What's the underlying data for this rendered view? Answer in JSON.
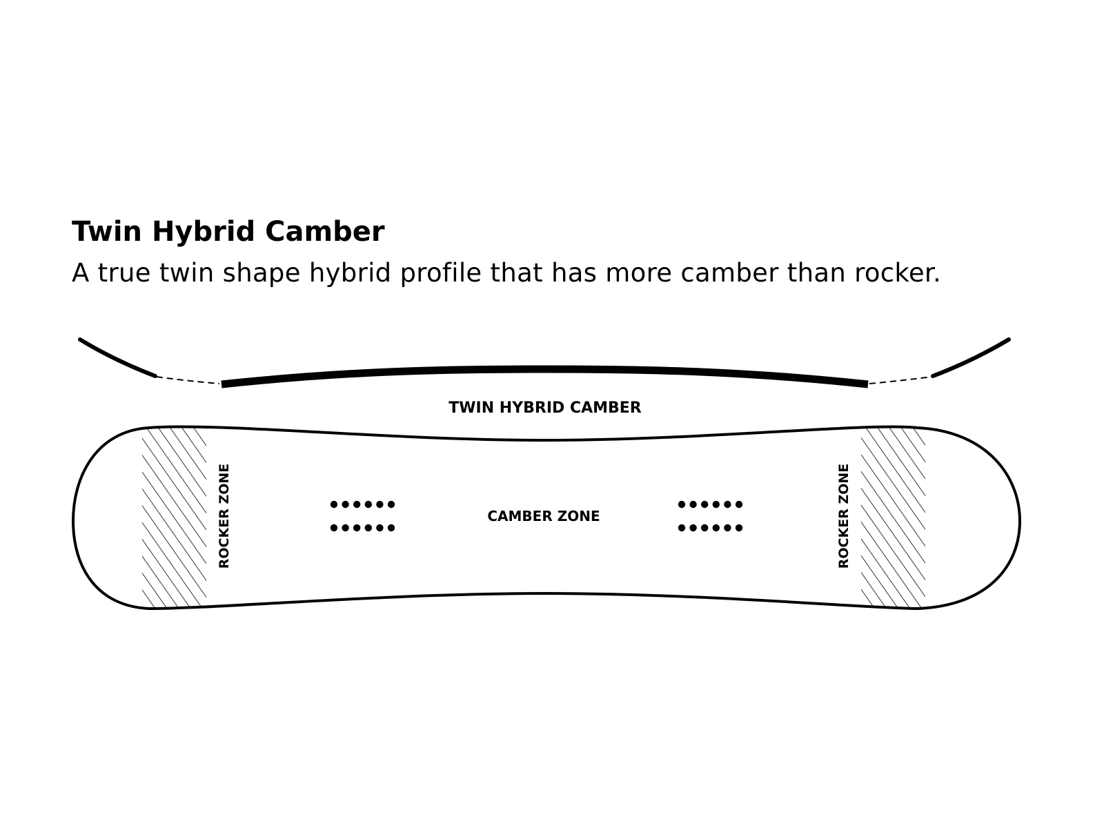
{
  "header": {
    "title": "Twin Hybrid Camber",
    "subtitle": "A true twin shape hybrid profile that has more camber than rocker."
  },
  "diagram": {
    "profile_label": "TWIN HYBRID CAMBER",
    "camber_zone_label": "CAMBER ZONE",
    "rocker_zone_left_label": "ROCKER ZONE",
    "rocker_zone_right_label": "ROCKER ZONE",
    "insert_rows": 2,
    "inserts_per_row": 6,
    "colors": {
      "ink": "#000000",
      "background": "#ffffff"
    }
  }
}
